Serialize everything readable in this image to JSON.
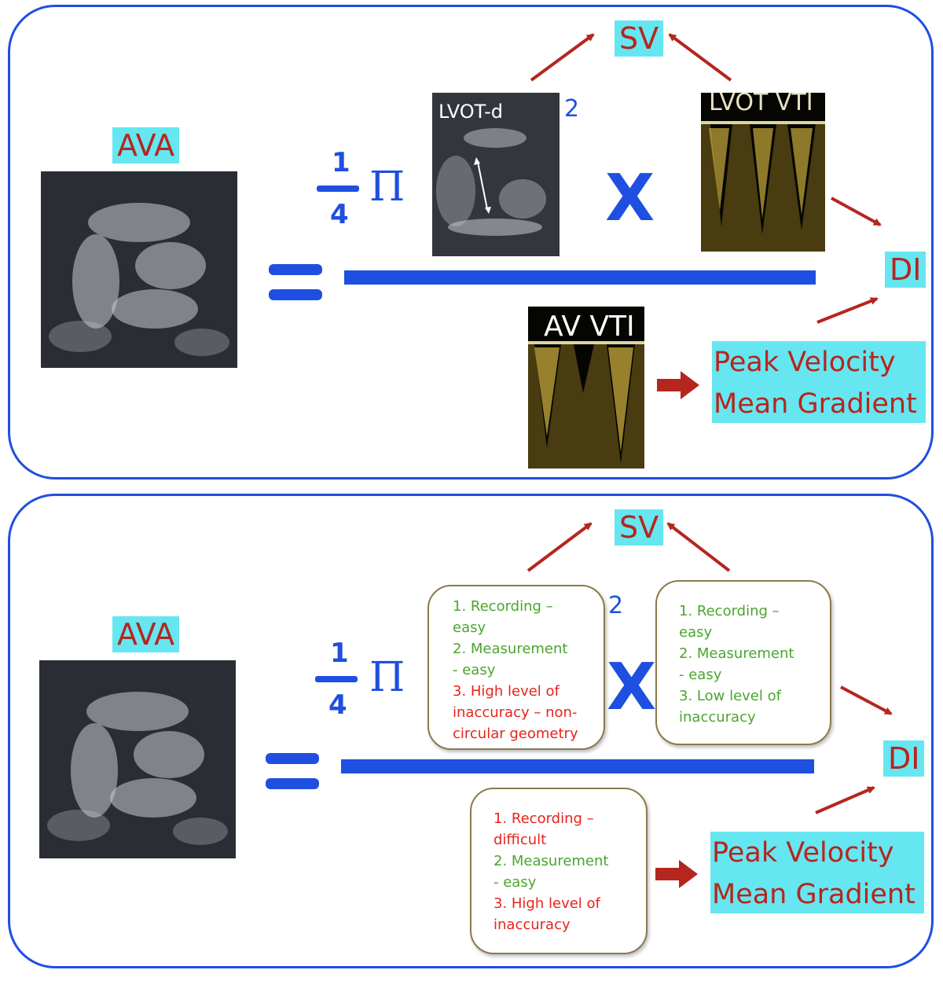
{
  "colors": {
    "panel_border": "#1f4fe0",
    "formula_blue": "#1f4fe0",
    "label_red": "#b5261e",
    "highlight_cyan": "#66e6f0",
    "arrow_red": "#b5261e",
    "note_green": "#4aa52e",
    "note_red": "#e8231c"
  },
  "top": {
    "ava": "AVA",
    "frac_num": "1",
    "frac_den": "4",
    "pi": "Π",
    "square": "2",
    "times": "X",
    "sv": "SV",
    "di": "DI",
    "lvot_d_label": "LVOT-d",
    "lvot_vti_label": "LVOT VTI",
    "av_vti_label": "AV VTI",
    "peak_velocity": "Peak Velocity",
    "mean_gradient": "Mean Gradient"
  },
  "bottom": {
    "ava": "AVA",
    "frac_num": "1",
    "frac_den": "4",
    "pi": "Π",
    "square": "2",
    "times": "X",
    "sv": "SV",
    "di": "DI",
    "peak_velocity": "Peak Velocity",
    "mean_gradient": "Mean Gradient",
    "note_lvot_d": [
      {
        "text": "1. Recording –\neasy",
        "color": "green"
      },
      {
        "text": "2. Measurement\n- easy",
        "color": "green"
      },
      {
        "text": "3. High level of\ninaccuracy – non-\ncircular geometry",
        "color": "red"
      }
    ],
    "note_lvot_vti": [
      {
        "text": "1. Recording –\neasy",
        "color": "green"
      },
      {
        "text": "2. Measurement\n- easy",
        "color": "green"
      },
      {
        "text": "3. Low level of\ninaccuracy",
        "color": "green"
      }
    ],
    "note_av_vti": [
      {
        "text": "1. Recording –\ndifficult",
        "color": "red"
      },
      {
        "text": "2. Measurement\n- easy",
        "color": "green"
      },
      {
        "text": "3. High  level of\ninaccuracy",
        "color": "red"
      }
    ]
  }
}
